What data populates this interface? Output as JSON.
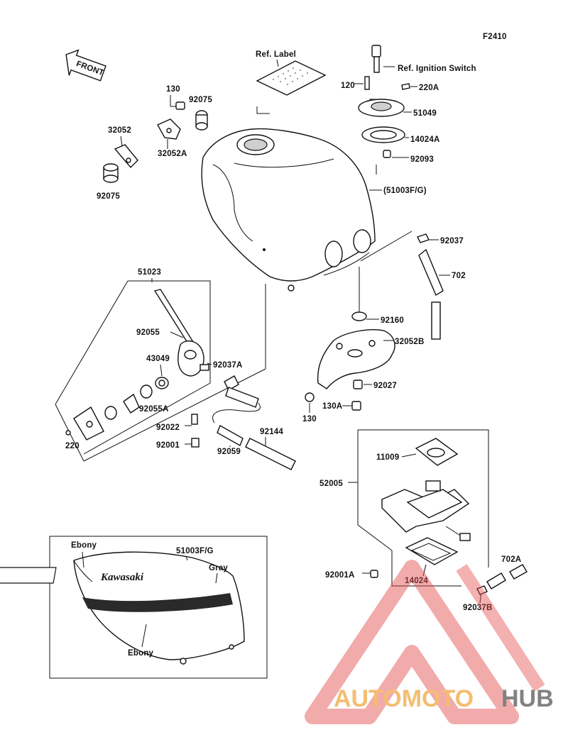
{
  "figure_code": "F2410",
  "front_label": "FRONT",
  "ref_label": "Ref. Label",
  "ref_ignition": "Ref. Ignition Switch",
  "parts": {
    "p_130_top": "130",
    "p_92075_top": "92075",
    "p_32052": "32052",
    "p_32052A": "32052A",
    "p_92075_left": "92075",
    "p_120": "120",
    "p_220A": "220A",
    "p_51049": "51049",
    "p_14024A": "14024A",
    "p_92093": "92093",
    "p_51003FG": "(51003F/G)",
    "p_92037": "92037",
    "p_702": "702",
    "p_51023": "51023",
    "p_92055": "92055",
    "p_43049": "43049",
    "p_92037A": "92037A",
    "p_92055A": "92055A",
    "p_220": "220",
    "p_92022": "92022",
    "p_92001": "92001",
    "p_92059": "92059",
    "p_92144": "92144",
    "p_92160": "92160",
    "p_32052B": "32052B",
    "p_92027": "92027",
    "p_130A": "130A",
    "p_130_bottom": "130",
    "p_11009": "11009",
    "p_52005": "52005",
    "p_92001A": "92001A",
    "p_14024": "14024",
    "p_702A": "702A",
    "p_92037B": "92037B"
  },
  "color_inset": {
    "ebony_top": "Ebony",
    "code": "51003F/G",
    "gray": "Gray",
    "brand": "Kawasaki",
    "ebony_bottom": "Ebony"
  },
  "watermark": {
    "part1": "AUTOMOTO",
    "part2": "HUB"
  },
  "colors": {
    "watermark_orange": "#f3b25a",
    "watermark_red": "#ea5a5a",
    "watermark_gray": "#6d6d6d",
    "triangle": "#e44a4a"
  }
}
